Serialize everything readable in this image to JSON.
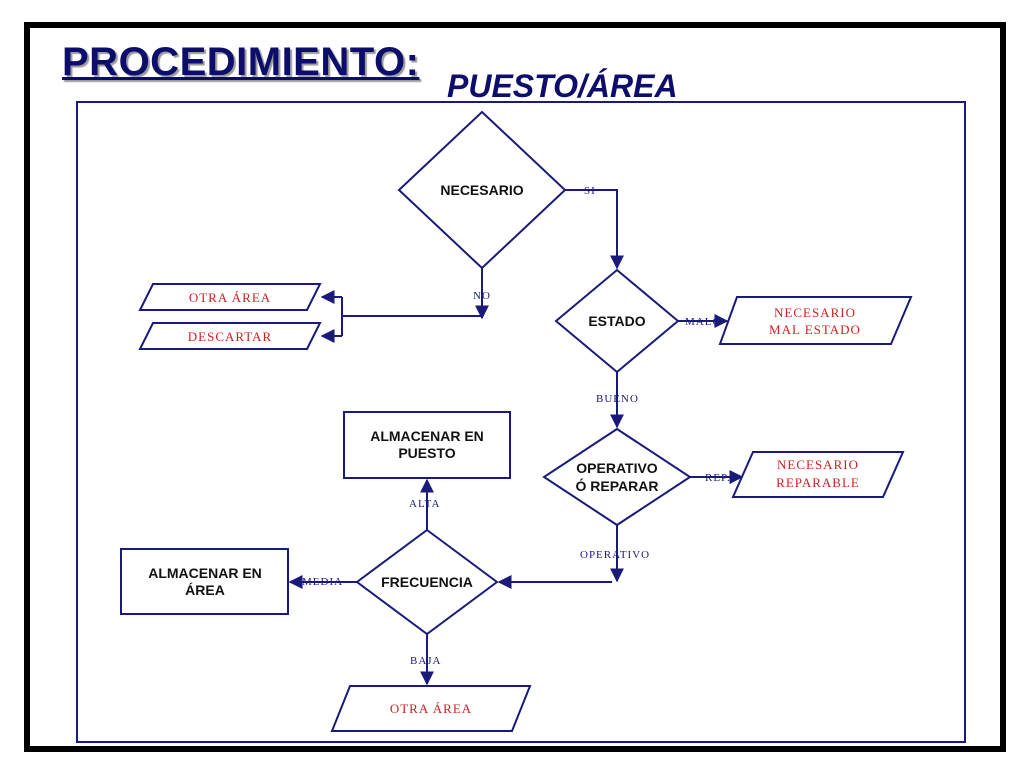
{
  "title": "PROCEDIMIENTO:",
  "subtitle": "PUESTO/ÁREA",
  "colors": {
    "line": "#1a1a7a",
    "title": "#0d0d6b",
    "output_text": "#cc2222",
    "node_text": "#111111"
  },
  "nodes": {
    "necesario": "NECESARIO",
    "estado": "ESTADO",
    "operativo_line1": "OPERATIVO",
    "operativo_line2": "Ó REPARAR",
    "frecuencia": "FRECUENCIA",
    "almacenar_puesto_line1": "ALMACENAR EN",
    "almacenar_puesto_line2": "PUESTO",
    "almacenar_area_line1": "ALMACENAR EN",
    "almacenar_area_line2": "ÁREA"
  },
  "outputs": {
    "otra_area_top": "OTRA ÁREA",
    "descartar": "DESCARTAR",
    "mal_estado_line1": "NECESARIO",
    "mal_estado_line2": "MAL ESTADO",
    "reparable_line1": "NECESARIO",
    "reparable_line2": "REPARABLE",
    "otra_area_bottom": "OTRA ÁREA"
  },
  "edges": {
    "si": "SI",
    "no": "NO",
    "malo": "MALO",
    "bueno": "BUENO",
    "rep": "REP.",
    "operativo": "OPERATIVO",
    "alta": "ALTA",
    "media": "MEDIA",
    "baja": "BAJA"
  }
}
